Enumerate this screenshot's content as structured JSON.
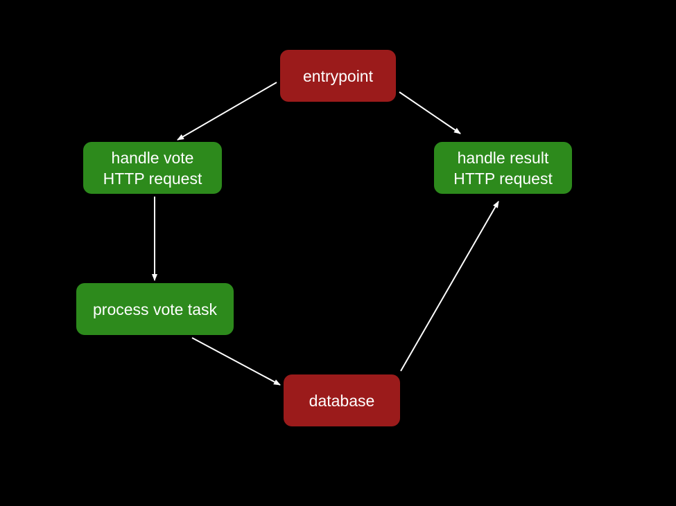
{
  "colors": {
    "background": "#000000",
    "storage_node": "#9b1b1b",
    "process_node": "#2d8a1c",
    "text": "#ffffff",
    "arrow": "#ffffff"
  },
  "nodes": {
    "entrypoint": {
      "line1": "entrypoint"
    },
    "handle_vote": {
      "line1": "handle vote",
      "line2": "HTTP request"
    },
    "handle_result": {
      "line1": "handle result",
      "line2": "HTTP request"
    },
    "process_vote": {
      "line1": "process vote task"
    },
    "database": {
      "line1": "database"
    }
  },
  "edges": [
    {
      "from": "entrypoint",
      "to": "handle_vote"
    },
    {
      "from": "entrypoint",
      "to": "handle_result"
    },
    {
      "from": "handle_vote",
      "to": "process_vote"
    },
    {
      "from": "process_vote",
      "to": "database"
    },
    {
      "from": "database",
      "to": "handle_result"
    }
  ]
}
